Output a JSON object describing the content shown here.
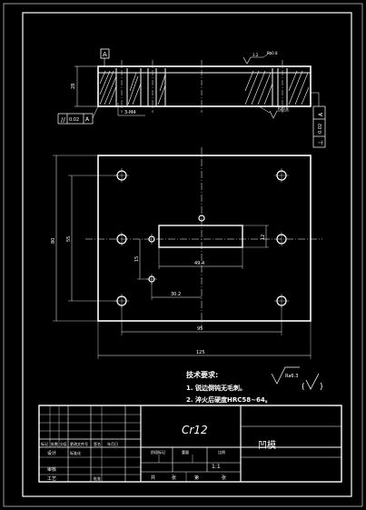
{
  "section_view": {
    "datum_label": "A",
    "height_dim": "28",
    "thread_dim": "3-M4",
    "parallelism_value": "0.02",
    "parallelism_datum": "A",
    "top_tol_value": "0.02",
    "top_tol_datum": "A",
    "roughness_top_left": "3.2",
    "roughness_top_right": "Ra0.8",
    "roughness_right": "Ra0.8"
  },
  "plan_view": {
    "dim_width_outer": "125",
    "dim_width_inner": "95",
    "dim_height_outer": "80",
    "dim_height_inner": "55",
    "dim_slot_length": "49.4",
    "dim_slot_height": "12",
    "dim_pin_offset_y": "15",
    "dim_pin_offset_x": "30.2"
  },
  "notes": {
    "heading": "技术要求:",
    "items": [
      "1. 锐边倒钝无毛刺。",
      "2. 淬火后硬度HRC58~64。"
    ],
    "roughness_default": "Ra6.3"
  },
  "title_block": {
    "material": "Cr12",
    "part_name": "凹模",
    "scale": "1:1",
    "left_headers": [
      "标记",
      "处数",
      "分区",
      "更改文件号",
      "签名",
      "年月日"
    ],
    "left_rows": [
      "设计",
      "审核",
      "工艺"
    ],
    "middle_headers": [
      "阶段标记",
      "重量",
      "比例"
    ],
    "middle_bottom": [
      "共",
      "张",
      "第",
      "张"
    ],
    "labels": [
      "标准化",
      "批准"
    ]
  }
}
